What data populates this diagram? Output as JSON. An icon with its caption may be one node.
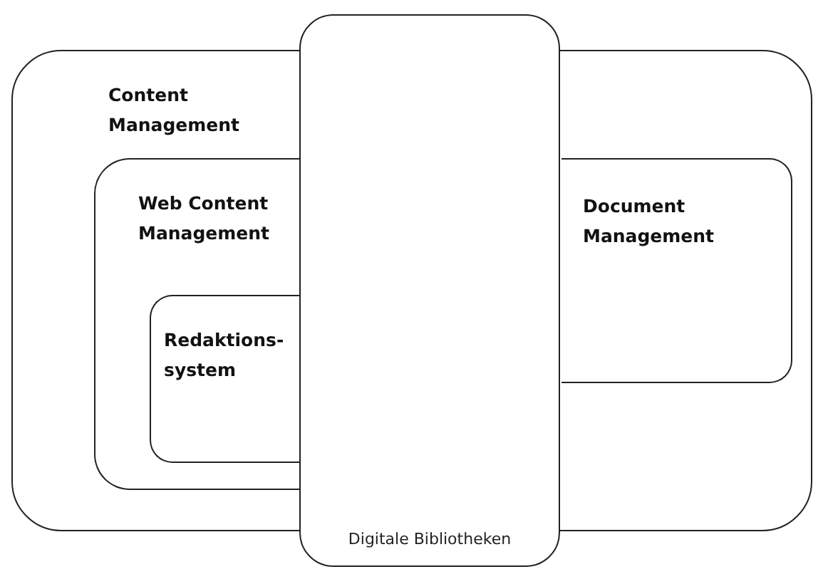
{
  "diagram": {
    "nodes": [
      {
        "text": [
          "Content Management"
        ]
      },
      {
        "text": [
          "Web Content Management"
        ],
        "in": 0
      },
      {
        "text": [
          "Redaktions- system"
        ],
        "in": 1
      },
      {
        "text": [
          "Document Management"
        ],
        "in": 0
      },
      {
        "text": [
          "Digitale Bibliotheken"
        ]
      }
    ]
  }
}
